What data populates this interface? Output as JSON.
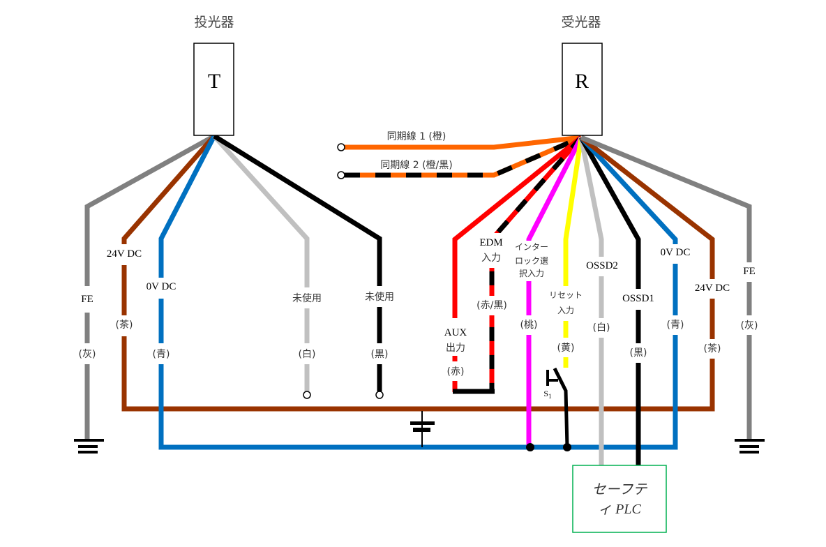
{
  "emitter": {
    "title": "投光器",
    "letter": "T"
  },
  "receiver": {
    "title": "受光器",
    "letter": "R"
  },
  "colors": {
    "gray": "#808080",
    "brown": "#993300",
    "blue": "#0070C0",
    "white": "#C0C0C0",
    "black": "#000000",
    "orange": "#FF6600",
    "red": "#FF0000",
    "pink": "#FF00FF",
    "yellow": "#FFFF00",
    "plc_border": "#00B050"
  },
  "emitter_wires": [
    {
      "function": "FE",
      "color_label": "(灰)"
    },
    {
      "function": "24V DC",
      "color_label": "(茶)"
    },
    {
      "function": "0V DC",
      "color_label": "(青)"
    },
    {
      "function": "未使用",
      "color_label": "(白)"
    },
    {
      "function": "未使用",
      "color_label": "(黒)"
    }
  ],
  "sync_wires": [
    {
      "label": "同期線 1 (橙)"
    },
    {
      "label": "同期線 2 (橙/黒)"
    }
  ],
  "receiver_wires": {
    "aux": {
      "function_line1": "AUX",
      "function_line2": "出力",
      "color_label": "(赤)"
    },
    "edm": {
      "function_line1": "EDM",
      "function_line2": "入力",
      "color_label": "(赤/黒)"
    },
    "interlock": {
      "function_line1": "インター",
      "function_line2": "ロック選",
      "function_line3": "択入力",
      "color_label": "(桃)"
    },
    "reset": {
      "function_line1": "リセット",
      "function_line2": "入力",
      "color_label": "(黄)"
    },
    "ossd2": {
      "function": "OSSD2",
      "color_label": "(白)"
    },
    "ossd1": {
      "function": "OSSD1",
      "color_label": "(黒)"
    },
    "v0": {
      "function": "0V DC",
      "color_label": "(青)"
    },
    "v24": {
      "function": "24V DC",
      "color_label": "(茶)"
    },
    "fe": {
      "function": "FE",
      "color_label": "(灰)"
    }
  },
  "switch": {
    "label": "S",
    "subscript": "1"
  },
  "plc": {
    "line1": "セーフテ",
    "line2": "ィ PLC"
  }
}
